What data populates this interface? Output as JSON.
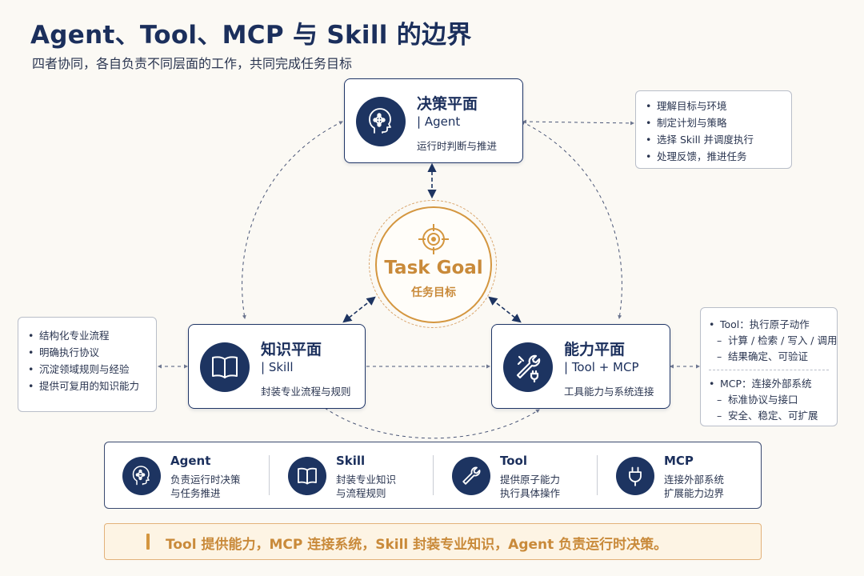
{
  "header": {
    "title": "Agent、Tool、MCP 与 Skill 的边界",
    "subtitle": "四者协同，各自负责不同层面的工作，共同完成任务目标"
  },
  "decision": {
    "title": "决策平面",
    "subtitle": "| Agent",
    "desc": "运行时判断与推进",
    "icon": "brain-network-icon",
    "notes": [
      "理解目标与环境",
      "制定计划与策略",
      "选择 Skill 并调度执行",
      "处理反馈，推进任务"
    ]
  },
  "knowledge": {
    "title": "知识平面",
    "subtitle": "| Skill",
    "desc": "封装专业流程与规则",
    "icon": "open-book-icon",
    "notes": [
      "结构化专业流程",
      "明确执行协议",
      "沉淀领域规则与经验",
      "提供可复用的知识能力"
    ]
  },
  "capability": {
    "title": "能力平面",
    "subtitle": "| Tool + MCP",
    "desc": "工具能力与系统连接",
    "icon": "tools-plug-icon",
    "tool_note": "Tool：执行原子动作",
    "tool_subs": [
      "计算 / 检索 / 写入 / 调用",
      "结果确定、可验证"
    ],
    "mcp_note": "MCP：连接外部系统",
    "mcp_subs": [
      "标准协议与接口",
      "安全、稳定、可扩展"
    ]
  },
  "goal": {
    "title_en": "Task Goal",
    "title_zh": "任务目标",
    "icon": "target-icon"
  },
  "legend": [
    {
      "name": "Agent",
      "line1": "负责运行时决策",
      "line2": "与任务推进",
      "icon": "brain-network-icon"
    },
    {
      "name": "Skill",
      "line1": "封装专业知识",
      "line2": "与流程规则",
      "icon": "open-book-icon"
    },
    {
      "name": "Tool",
      "line1": "提供原子能力",
      "line2": "执行具体操作",
      "icon": "wrench-icon"
    },
    {
      "name": "MCP",
      "line1": "连接外部系统",
      "line2": "扩展能力边界",
      "icon": "plug-icon"
    }
  ],
  "summary": "Tool 提供能力，MCP 连接系统，Skill 封装专业知识，Agent 负责运行时决策。",
  "colors": {
    "navy": "#1d3461",
    "accent": "#d4963f",
    "background": "#fbf9f4"
  }
}
